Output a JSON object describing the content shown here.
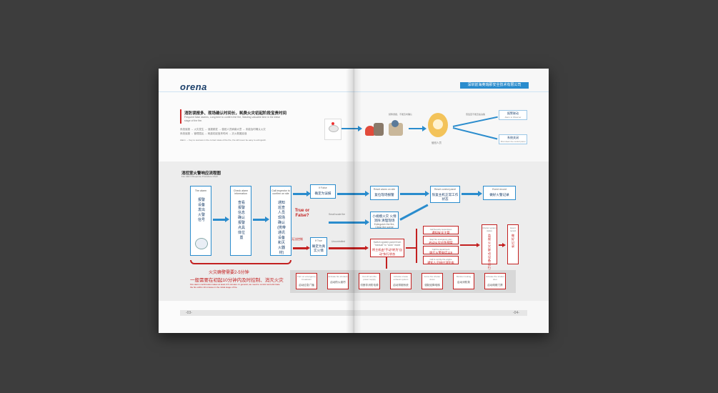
{
  "brand": {
    "logo": "orena",
    "company": "深圳前海奥瑞那安全技术有限公司"
  },
  "section1": {
    "title": "消防误报多、现场确认时间长，耗费火灾初起阶段宝贵时间",
    "subtitle": "Frequent false alarms, Long time to confirm the fire, Wasting valuable time in the initial stage of the fire.",
    "body1": "系统误报 → 火灾发生 → 误报频发 → 值班人员麻痹大意 → 未能及时确认火灾",
    "body2": "系统误报 → 管理混乱 → 耗费初起宝贵时间 → 灭火救援延误",
    "note": "Alarm → Key to success in the current state of the fire, fire will never be easy to extinguish.",
    "flow": {
      "label1": "频繁误报，不能及时确认",
      "label2": "值班人员",
      "label3": "值班室不能迅速决策",
      "out1_en": "Alarm to Observer",
      "out1_zh": "报警联动",
      "out2_en": "Shut down the control panel",
      "out2_zh": "系统关闭"
    }
  },
  "section2": {
    "title": "消控室火警响应流程图",
    "subtitle": "Fire Alarm Response Procedure Chart",
    "columns": [
      {
        "en": "The alarm",
        "zh": "报警设备发出火警信号"
      },
      {
        "en": "Check alarm information",
        "zh": "查看报警信息确认报警点具体位置"
      },
      {
        "en": "Call inspector to confirm on site",
        "zh": "通知巡查人员现场确认(携带通讯设备和灭火器材)"
      }
    ],
    "question": "True or False?",
    "false_box": {
      "en": "If False",
      "zh": "确定为误报"
    },
    "true_box": {
      "en": "If True",
      "zh": "确定为真实火情"
    },
    "small_fire": "Small scale fire",
    "extinguish": {
      "en": "Extinguish the fire, Clean the scene",
      "zh": "小规模火灾 火情消除 清理现场"
    },
    "reset_alarm": {
      "en": "Reset alarm on site",
      "zh": "复位现场报警"
    },
    "reset_panel": {
      "en": "Reset control panel",
      "zh": "恢复主机正常工作状态"
    },
    "event_record": {
      "en": "Event record",
      "zh": "做好火警记录"
    },
    "uncontrolled": "Uncontrolled",
    "unable": "无法控制",
    "switch_panel": {
      "en": "Switch system panel from \"manual\" to \"auto\" mode",
      "zh": "将主机由\"手动\"转为\"自动\"执行状态"
    },
    "calls": [
      {
        "en": "Call Security supervision",
        "zh": "通知安全主管"
      },
      {
        "en": "Start fire emergency plan",
        "zh": "启动火灾应急预案"
      },
      {
        "en": "Call fire department",
        "zh": "拨打火警电话119"
      },
      {
        "en": "Call to out the fire engine",
        "zh": "通知人员接应消防车"
      }
    ],
    "monitor": {
      "en": "Monitor system status",
      "zh": "监视火灾联动设备运行状态"
    },
    "event2": {
      "en": "Event record",
      "zh": "做好记录"
    },
    "warning_zh": "火灾确警需要2-5分钟",
    "warning_zh2": "一般需要在初起10分钟内及时控制、消灭火灾",
    "warning_en": "Fire alarm confirmation takes at least 2-5 minutes. In general, we need to control and eliminate the fire within 10 minutes in the initial stage of fire.",
    "bottom": [
      {
        "en": "Turn on emergency broadcast",
        "zh": "启动应急广播"
      },
      {
        "en": "Activate fire shutters",
        "zh": "启动防火卷帘"
      },
      {
        "en": "Cut off non-fire power supply",
        "zh": "切断非消防电源"
      },
      {
        "en": "Activate smoke exhaust system",
        "zh": "启动排烟系统"
      },
      {
        "en": "Force fire shutter down",
        "zh": "强制迫降电梯"
      },
      {
        "en": "Monitor cooling",
        "zh": "启动消防泵"
      },
      {
        "en": "Activate fire shutter door",
        "zh": "启动疏散门禁"
      }
    ]
  },
  "footer": {
    "left": "-03-",
    "right": "-04-"
  },
  "colors": {
    "blue": "#2a8ccd",
    "red": "#c32020",
    "navy": "#1b3f6a"
  }
}
